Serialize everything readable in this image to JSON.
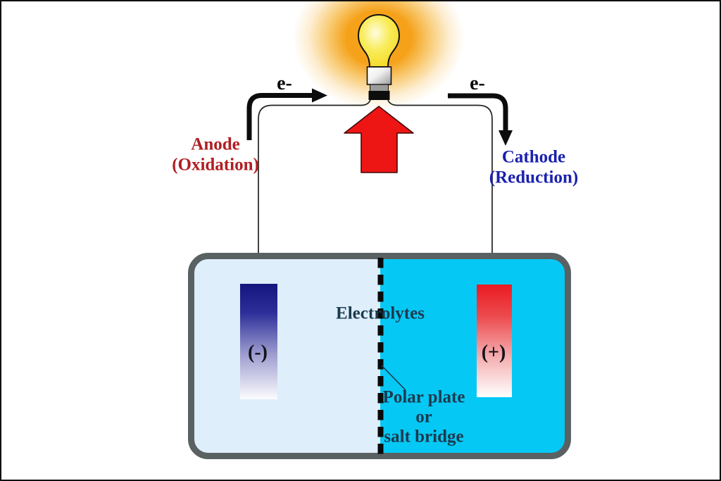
{
  "diagram": {
    "labels": {
      "electron_left": "e-",
      "electron_right": "e-",
      "anode_line1": "Anode",
      "anode_line2": "(Oxidation)",
      "cathode_line1": "Cathode",
      "cathode_line2": "(Reduction)",
      "electrolytes": "Electrolytes",
      "negative_terminal": "(-)",
      "positive_terminal": "(+)",
      "separator_line1": "Polar plate",
      "separator_line2": "or",
      "separator_line3": "salt bridge"
    },
    "colors": {
      "anode_text": "#b01e23",
      "cathode_text": "#1b21ad",
      "label_text": "#1c3a4d",
      "left_electrolyte": "#deeefa",
      "right_electrolyte": "#06c8f5",
      "tank_border": "#5a6163",
      "anode_electrode_top": "#15157e",
      "cathode_electrode_top": "#ea1b22",
      "current_arrow": "#ee1515",
      "bulb_glow": "#f5a21a",
      "bulb_glass": "#f5d71c",
      "wire": "#222222"
    }
  }
}
